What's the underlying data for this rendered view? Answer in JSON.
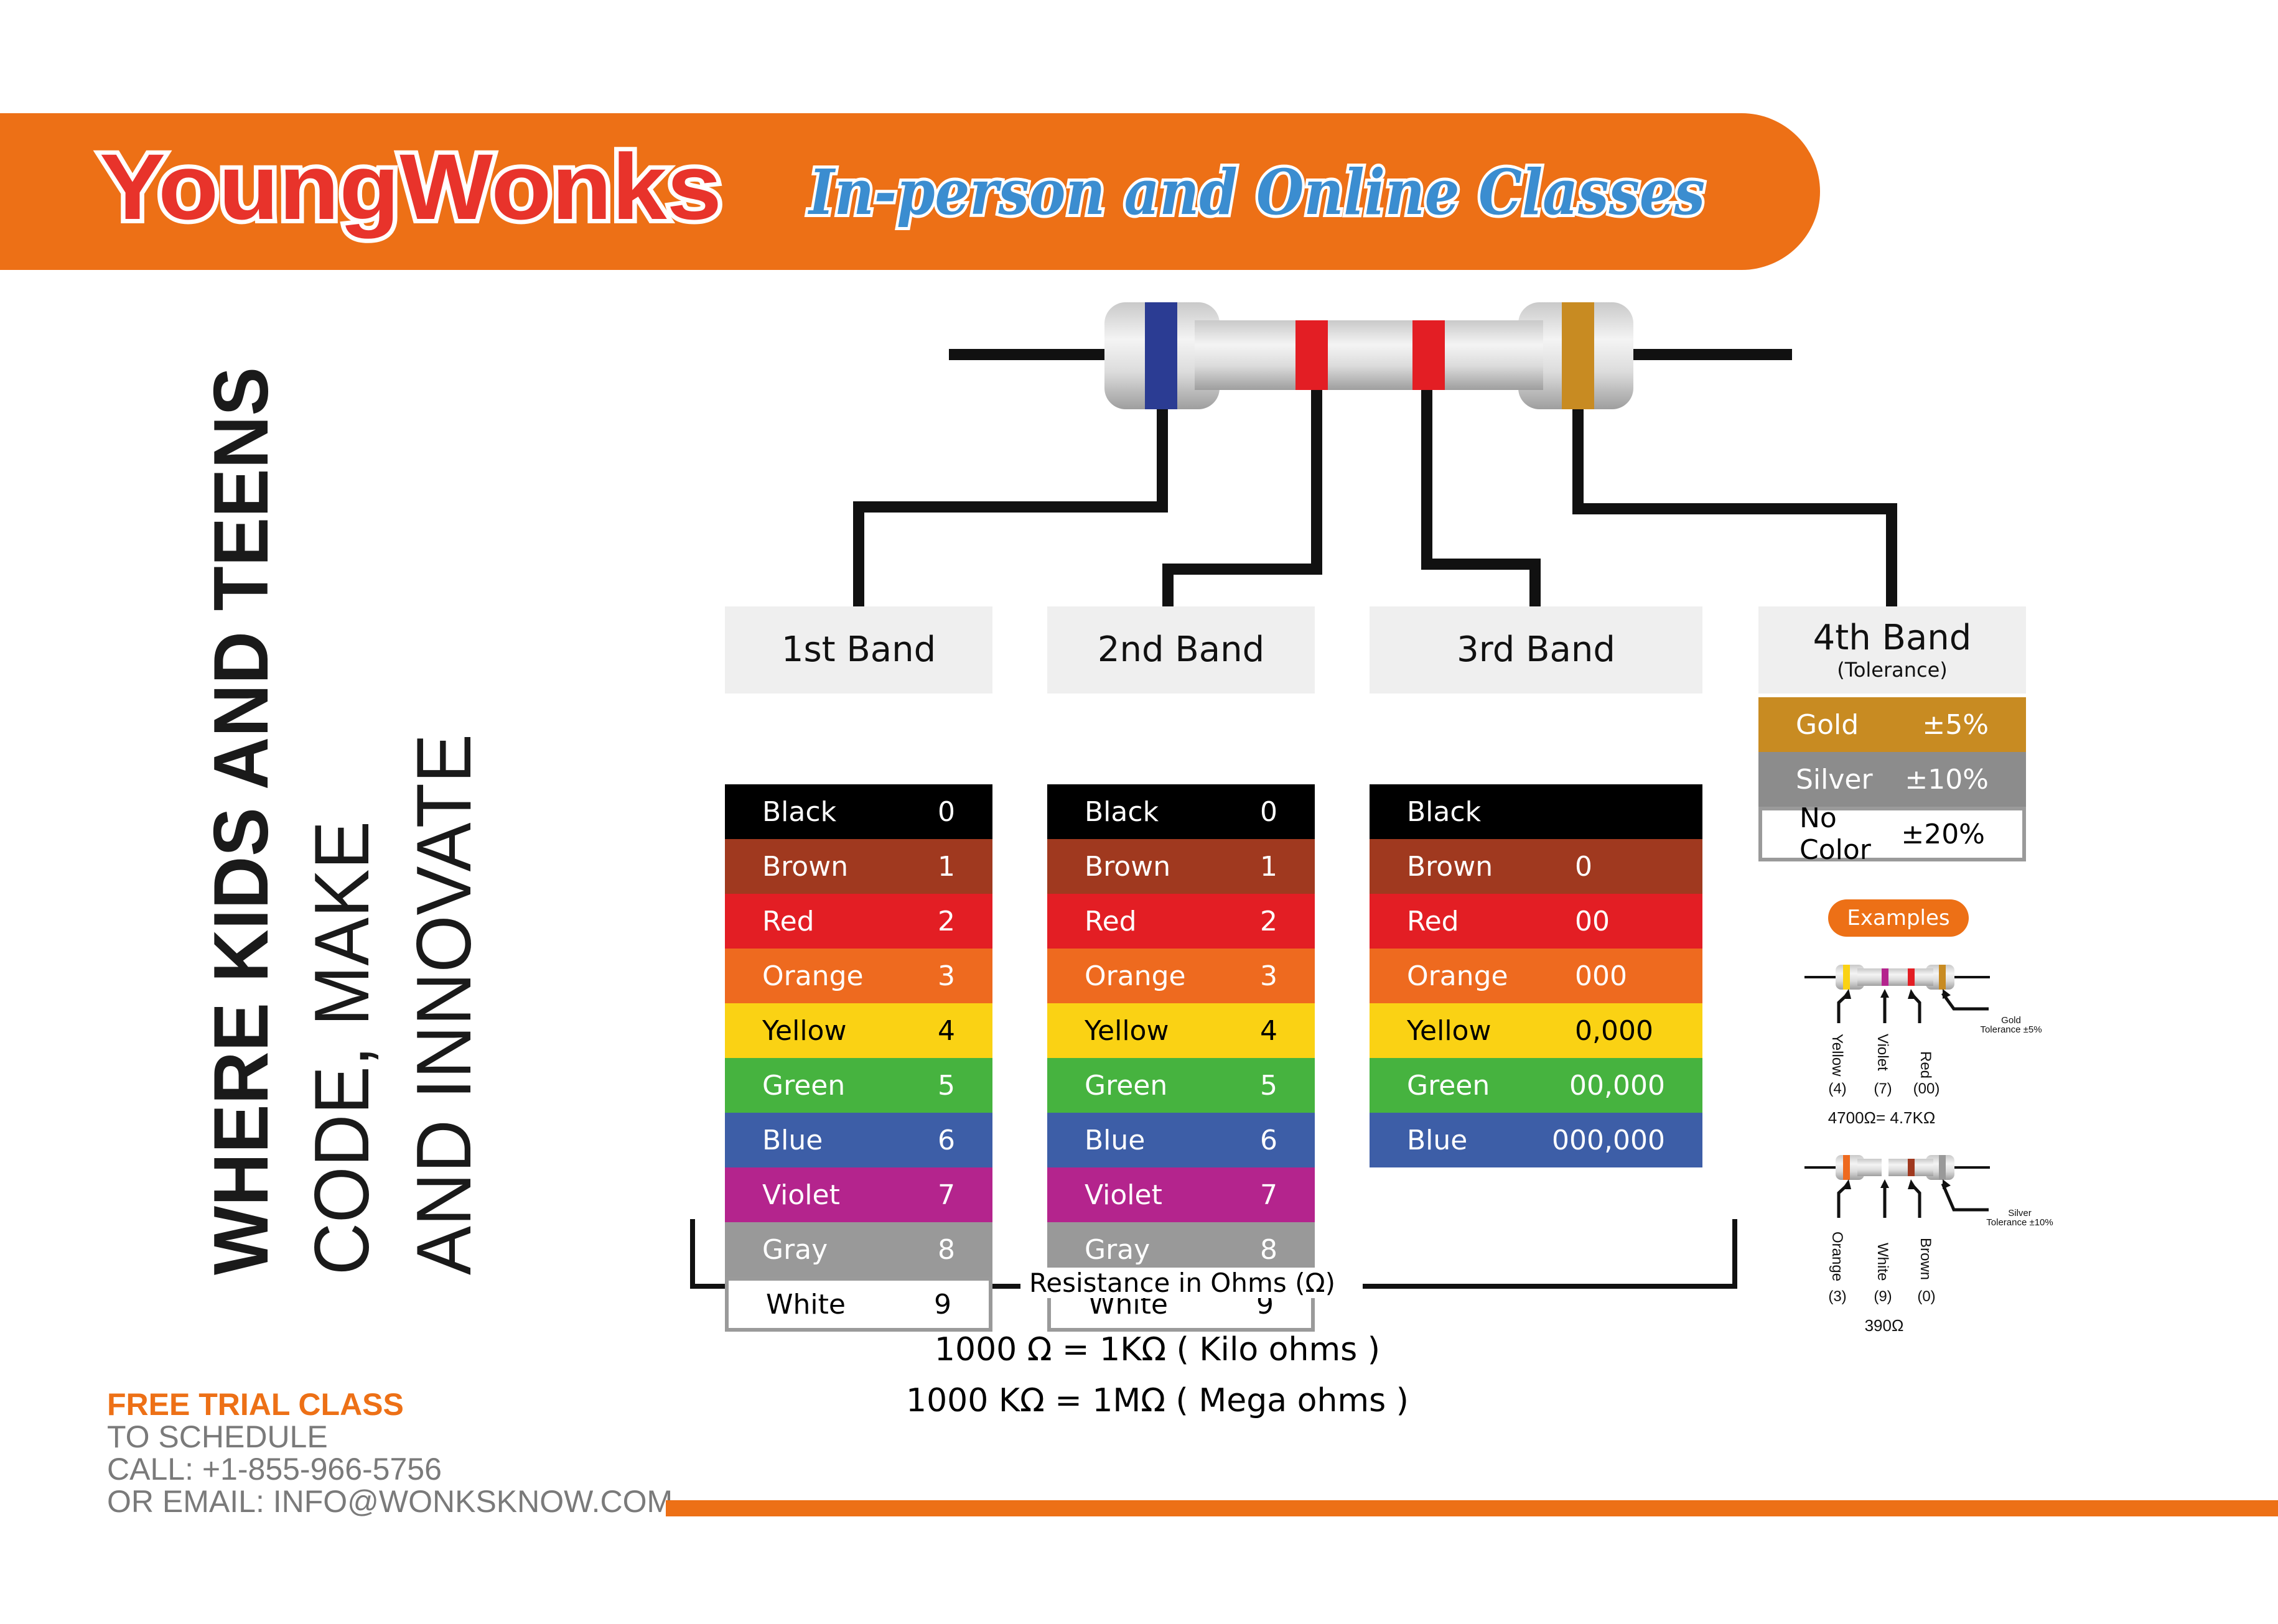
{
  "brand": {
    "logo_text": "YoungWonks",
    "tagline": "In-person and Online Classes",
    "orange": "#ED7016",
    "logo_red": "#E8332B",
    "tagline_blue": "#3B8DD0"
  },
  "side": {
    "line1": "WHERE KIDS AND TEENS",
    "line2": "CODE, MAKE",
    "line3": "AND INNOVATE"
  },
  "cta": {
    "heading": "FREE TRIAL CLASS",
    "line1": "TO SCHEDULE",
    "line2": "CALL: +1-855-966-5756",
    "line3": "OR EMAIL: INFO@WONKSKNOW.COM"
  },
  "resistor": {
    "band_colors": [
      "#2B3C93",
      "#E31E24",
      "#E31E24",
      "#C88B22"
    ]
  },
  "band1": {
    "title": "1st Band",
    "rows": [
      {
        "name": "Black",
        "value": "0",
        "color": "#000000"
      },
      {
        "name": "Brown",
        "value": "1",
        "color": "#A0391F"
      },
      {
        "name": "Red",
        "value": "2",
        "color": "#E31E24"
      },
      {
        "name": "Orange",
        "value": "3",
        "color": "#EE6A1F"
      },
      {
        "name": "Yellow",
        "value": "4",
        "color": "#FAD214"
      },
      {
        "name": "Green",
        "value": "5",
        "color": "#46B33F"
      },
      {
        "name": "Blue",
        "value": "6",
        "color": "#3D5EA7"
      },
      {
        "name": "Violet",
        "value": "7",
        "color": "#B4248D"
      },
      {
        "name": "Gray",
        "value": "8",
        "color": "#999999"
      },
      {
        "name": "White",
        "value": "9",
        "color": "#FFFFFF"
      }
    ]
  },
  "band2": {
    "title": "2nd Band",
    "rows": [
      {
        "name": "Black",
        "value": "0",
        "color": "#000000"
      },
      {
        "name": "Brown",
        "value": "1",
        "color": "#A0391F"
      },
      {
        "name": "Red",
        "value": "2",
        "color": "#E31E24"
      },
      {
        "name": "Orange",
        "value": "3",
        "color": "#EE6A1F"
      },
      {
        "name": "Yellow",
        "value": "4",
        "color": "#FAD214"
      },
      {
        "name": "Green",
        "value": "5",
        "color": "#46B33F"
      },
      {
        "name": "Blue",
        "value": "6",
        "color": "#3D5EA7"
      },
      {
        "name": "Violet",
        "value": "7",
        "color": "#B4248D"
      },
      {
        "name": "Gray",
        "value": "8",
        "color": "#999999"
      },
      {
        "name": "White",
        "value": "9",
        "color": "#FFFFFF"
      }
    ]
  },
  "band3": {
    "title": "3rd Band",
    "rows": [
      {
        "name": "Black",
        "value": "",
        "color": "#000000"
      },
      {
        "name": "Brown",
        "value": "0",
        "color": "#A0391F"
      },
      {
        "name": "Red",
        "value": "00",
        "color": "#E31E24"
      },
      {
        "name": "Orange",
        "value": "000",
        "color": "#EE6A1F"
      },
      {
        "name": "Yellow",
        "value": "0,000",
        "color": "#FAD214"
      },
      {
        "name": "Green",
        "value": "00,000",
        "color": "#46B33F"
      },
      {
        "name": "Blue",
        "value": "000,000",
        "color": "#3D5EA7"
      }
    ]
  },
  "band4": {
    "title": "4th Band",
    "subtitle": "(Tolerance)",
    "rows": [
      {
        "name": "Gold",
        "value": "±5%",
        "color": "#C88B22"
      },
      {
        "name": "Silver",
        "value": "±10%",
        "color": "#8C8C8C"
      },
      {
        "name": "No Color",
        "value": "±20%",
        "color": "#FFFFFF"
      }
    ]
  },
  "resistance_label": "Resistance in Ohms (Ω)",
  "equations": {
    "eq1": "1000 Ω = 1KΩ ( Kilo ohms )",
    "eq2": "1000 KΩ = 1MΩ ( Mega ohms )"
  },
  "examples": {
    "badge": "Examples",
    "ex1": {
      "labels": [
        "Yellow",
        "Violet",
        "Red"
      ],
      "values": [
        "(4)",
        "(7)",
        "(00)"
      ],
      "tol_line1": "Gold",
      "tol_line2": "Tolerance ±5%",
      "result": "4700Ω= 4.7KΩ",
      "band_colors": [
        "#FAD214",
        "#B4248D",
        "#E31E24",
        "#C88B22"
      ]
    },
    "ex2": {
      "labels": [
        "Orange",
        "White",
        "Brown"
      ],
      "values": [
        "(3)",
        "(9)",
        "(0)"
      ],
      "tol_line1": "Silver",
      "tol_line2": "Tolerance ±10%",
      "result": "390Ω",
      "band_colors": [
        "#EE6A1F",
        "#FFFFFF",
        "#A0391F",
        "#999999"
      ]
    }
  }
}
